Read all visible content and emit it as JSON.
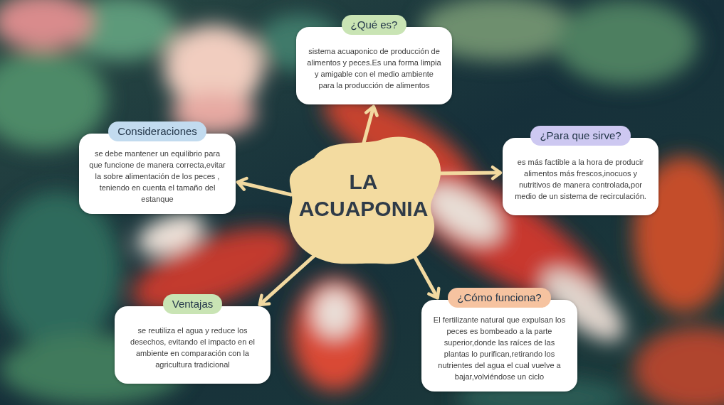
{
  "diagram": {
    "nodes": [
      {
        "text": [
          "¿Qué es?",
          "sistema acuaponico de producción de alimentos y peces.Es una forma limpia y amigable con el medio ambiente para la producción de alimentos"
        ]
      },
      {
        "text": [
          "Consideraciones",
          "se debe mantener un equilibrio para que funcione de manera correcta,evitar la sobre alimentación de los peces , teniendo en cuenta el tamaño del estanque"
        ]
      },
      {
        "text": [
          "¿Para que sirve?",
          "es más factible a la hora de producir alimentos más frescos,inocuos y nutritivos de manera controlada,por medio de un sistema de recirculación."
        ]
      },
      {
        "text": [
          "LA ACUAPONIA"
        ]
      },
      {
        "text": [
          "Ventajas",
          "se reutiliza el agua y reduce los desechos, evitando el impacto en el ambiente en comparación con la agricultura tradicional"
        ]
      },
      {
        "text": [
          "¿Cómo funciona?",
          "El fertilizante natural que expulsan los peces es bombeado a la parte superior,donde las raíces de las plantas lo purifican,retirando los nutrientes del agua el cual vuelve a bajar,volviéndose un ciclo"
        ]
      }
    ],
    "edges": [
      {
        "from": 3,
        "to": 0,
        "arrow": "to"
      },
      {
        "from": 3,
        "to": 1,
        "arrow": "to"
      },
      {
        "from": 3,
        "to": 2,
        "arrow": "to"
      },
      {
        "from": 3,
        "to": 4,
        "arrow": "to"
      },
      {
        "from": 3,
        "to": 5,
        "arrow": "to"
      }
    ]
  }
}
